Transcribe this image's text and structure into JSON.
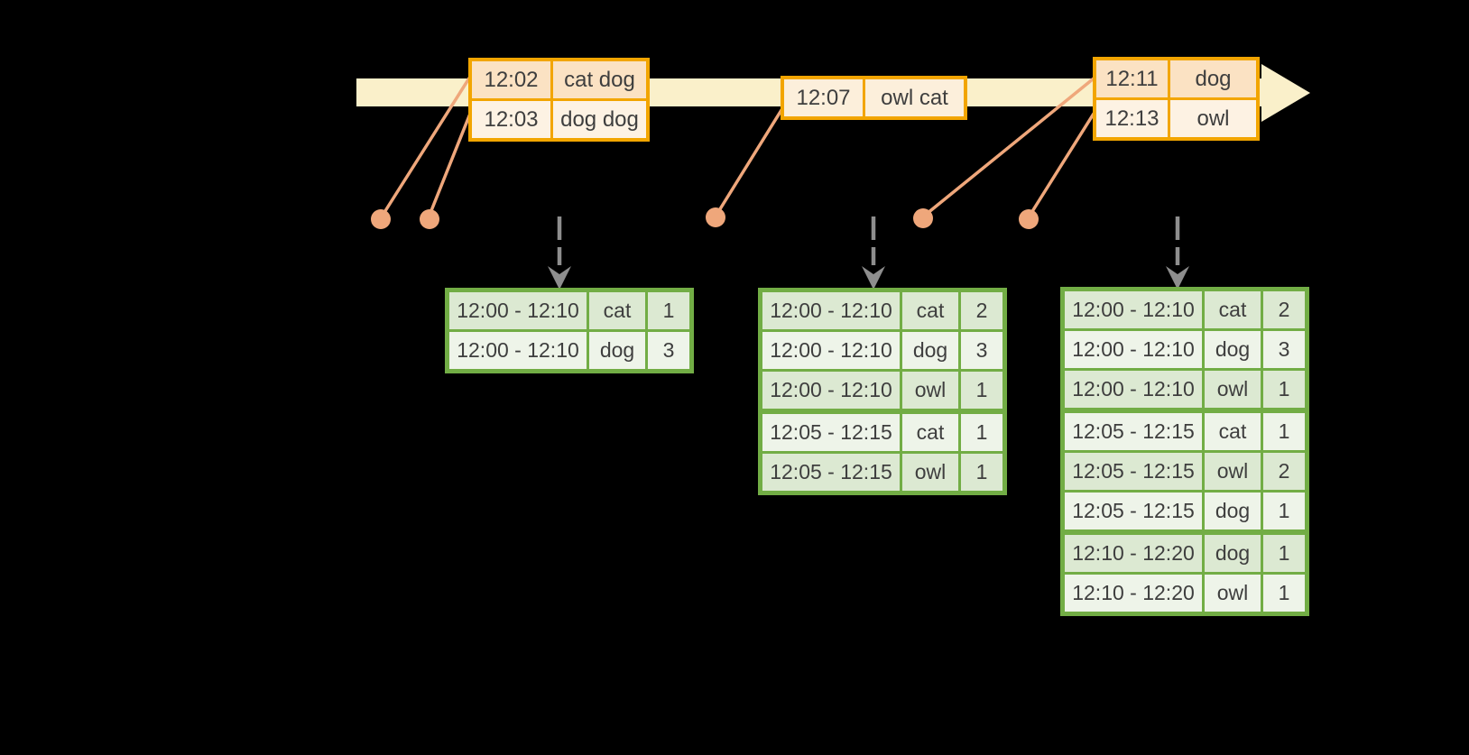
{
  "colors": {
    "background": "#000000",
    "timeline": "#FAF0CA",
    "event_border": "#F2A500",
    "event_row_dark": "#FBE2C3",
    "event_row_light": "#FDF2E3",
    "event_row_mid": "#FCEFDB",
    "marker": "#EFA77B",
    "result_border": "#72AD45",
    "result_row_dark": "#DCE9D2",
    "result_row_light": "#EEF4E9",
    "dashed_arrow": "#8E8E8E",
    "text": "#3E3E3E"
  },
  "event_tables": [
    {
      "rows": [
        {
          "time": "12:02",
          "words": "cat dog"
        },
        {
          "time": "12:03",
          "words": "dog dog"
        }
      ]
    },
    {
      "rows": [
        {
          "time": "12:07",
          "words": "owl cat"
        }
      ]
    },
    {
      "rows": [
        {
          "time": "12:11",
          "words": "dog"
        },
        {
          "time": "12:13",
          "words": "owl"
        }
      ]
    }
  ],
  "result_tables": [
    {
      "rows": [
        {
          "window": "12:00 - 12:10",
          "word": "cat",
          "count": "1"
        },
        {
          "window": "12:00 - 12:10",
          "word": "dog",
          "count": "3"
        }
      ]
    },
    {
      "rows": [
        {
          "window": "12:00 - 12:10",
          "word": "cat",
          "count": "2"
        },
        {
          "window": "12:00 - 12:10",
          "word": "dog",
          "count": "3"
        },
        {
          "window": "12:00 - 12:10",
          "word": "owl",
          "count": "1"
        },
        {
          "window": "12:05 - 12:15",
          "word": "cat",
          "count": "1"
        },
        {
          "window": "12:05 - 12:15",
          "word": "owl",
          "count": "1"
        }
      ]
    },
    {
      "rows": [
        {
          "window": "12:00 - 12:10",
          "word": "cat",
          "count": "2"
        },
        {
          "window": "12:00 - 12:10",
          "word": "dog",
          "count": "3"
        },
        {
          "window": "12:00 - 12:10",
          "word": "owl",
          "count": "1"
        },
        {
          "window": "12:05 - 12:15",
          "word": "cat",
          "count": "1"
        },
        {
          "window": "12:05 - 12:15",
          "word": "owl",
          "count": "2"
        },
        {
          "window": "12:05 - 12:15",
          "word": "dog",
          "count": "1"
        },
        {
          "window": "12:10 - 12:20",
          "word": "dog",
          "count": "1"
        },
        {
          "window": "12:10 - 12:20",
          "word": "owl",
          "count": "1"
        }
      ]
    }
  ]
}
